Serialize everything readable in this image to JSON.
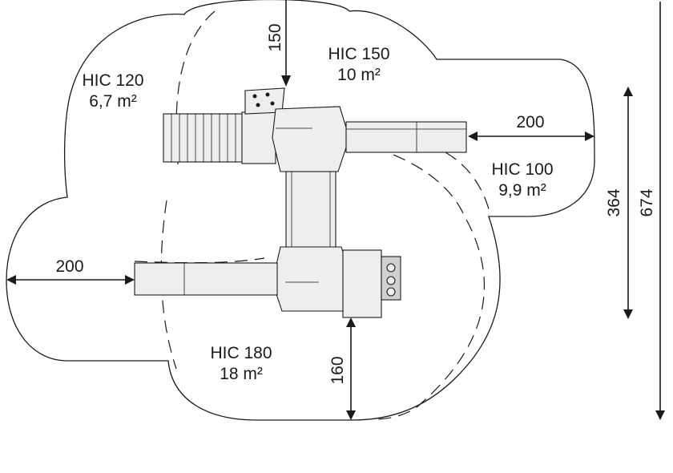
{
  "zones": [
    {
      "code": "HIC 120",
      "area": "6,7 m²"
    },
    {
      "code": "HIC 150",
      "area": "10 m²"
    },
    {
      "code": "HIC 100",
      "area": "9,9 m²"
    },
    {
      "code": "HIC 180",
      "area": "18 m²"
    }
  ],
  "dimensions": {
    "top_clearance": "150",
    "right_clearance": "200",
    "left_clearance": "200",
    "bottom_clearance": "160",
    "structure_depth": "364",
    "overall_depth": "674"
  }
}
